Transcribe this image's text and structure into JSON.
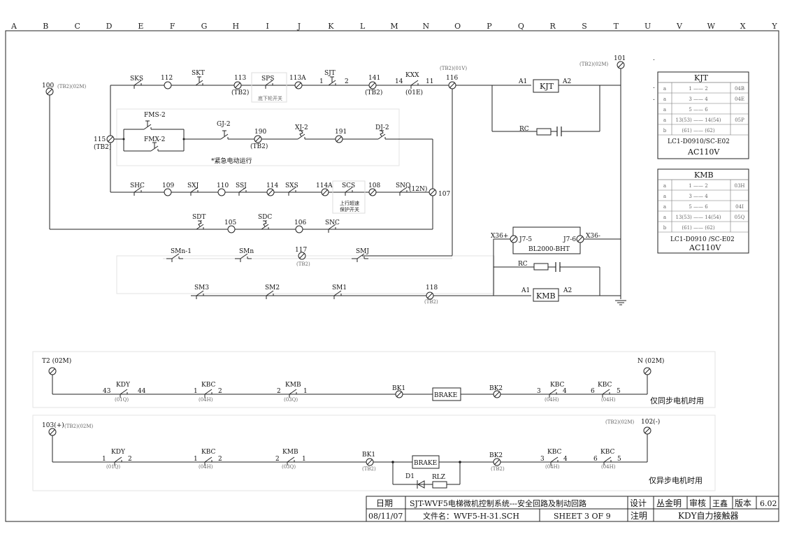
{
  "columns": [
    "A",
    "B",
    "C",
    "D",
    "E",
    "F",
    "G",
    "H",
    "I",
    "J",
    "K",
    "L",
    "M",
    "N",
    "O",
    "P",
    "Q",
    "R",
    "S",
    "T",
    "U",
    "V",
    "W",
    "X",
    "Y"
  ],
  "safety": {
    "n100": "100",
    "n100_tag": "(TB2)(02M)",
    "sks": "SKS",
    "n112": "112",
    "skt": "SKT",
    "n113": "113",
    "n113_tag": "(TB2)",
    "sps": "SPS",
    "sps_note": "底下轮开关",
    "n113a": "113A",
    "sjt": "SJT",
    "sjt_l": "1",
    "sjt_r": "2",
    "n141": "141",
    "n141_tag": "(TB2)",
    "kxx": "KXX",
    "kxx_l": "14",
    "kxx_r": "11",
    "kxx_tag": "(01E)",
    "n116_tag": "(TB2)(01V)",
    "n116": "116",
    "n101": "101",
    "n101_tag": "(TB2)(02M)",
    "kjt_coil": "KJT",
    "a1": "A1",
    "a2": "A2",
    "rc": "RC",
    "fms2": "FMS-2",
    "fmx2": "FMX-2",
    "gj2": "GJ-2",
    "n190": "190",
    "n190_tag": "(TB2)",
    "xj2": "XJ-2",
    "n191": "191",
    "dj2": "DJ-2",
    "emerg_note": "*紧急电动运行",
    "n115": "115",
    "n115_tag": "(TB2)",
    "shc": "SHC",
    "n109": "109",
    "sxj": "SXJ",
    "n110": "110",
    "ssj": "SSJ",
    "n114": "114",
    "sxs": "SXS",
    "n114a": "114A",
    "scs": "SCS",
    "scs_note1": "上行超速",
    "scs_note2": "保护开关",
    "n108": "108",
    "snq": "SNQ",
    "snq_tag": "(12N)",
    "n107": "107",
    "sdt": "SDT",
    "n105": "105",
    "sdc": "SDC",
    "n106": "106",
    "snc": "SNC",
    "smn1": "SMn-1",
    "smn": "SMn",
    "n117": "117",
    "n117_tag": "(TB2)",
    "smj": "SMJ",
    "sm3": "SM3",
    "sm2": "SM2",
    "sm1": "SM1",
    "n118": "118",
    "n118_tag": "(TB2)",
    "x36p": "X36+",
    "x36m": "X36-",
    "j75": "J7-5",
    "j76": "J7-6",
    "bht": "BL2000-BHT",
    "kmb_coil": "KMB"
  },
  "kjt_table": {
    "title": "KJT",
    "rows": [
      {
        "t": "a",
        "c": "1 —— 2",
        "r": "04B"
      },
      {
        "t": "a",
        "c": "3 —— 4",
        "r": "04E"
      },
      {
        "t": "a",
        "c": "5 —— 6",
        "r": ""
      },
      {
        "t": "a",
        "c": "13(53) —— 14(54)",
        "r": "05P"
      },
      {
        "t": "b",
        "c": "(61) —— (62)",
        "r": ""
      }
    ],
    "model": "LC1-D0910/SC-E02",
    "voltage": "AC110V"
  },
  "kmb_table": {
    "title": "KMB",
    "rows": [
      {
        "t": "a",
        "c": "1 —— 2",
        "r": "03H"
      },
      {
        "t": "a",
        "c": "3 —— 4",
        "r": ""
      },
      {
        "t": "a",
        "c": "5 —— 6",
        "r": "04I"
      },
      {
        "t": "a",
        "c": "13(53) —— 14(54)",
        "r": "05Q"
      },
      {
        "t": "b",
        "c": "(61) —— (62)",
        "r": ""
      }
    ],
    "model": "LC1-D0910 /SC-E02",
    "voltage": "AC110V"
  },
  "brake_sync": {
    "t2": "T2 (02M)",
    "n": "N (02M)",
    "kdy": "KDY",
    "kdy_l": "43",
    "kdy_r": "44",
    "kdy_tag": "(01Q)",
    "kbc1": "KBC",
    "kbc1_l": "1",
    "kbc1_r": "2",
    "kbc1_tag": "(04H)",
    "kmb": "KMB",
    "kmb_l": "2",
    "kmb_r": "1",
    "kmb_tag": "(03Q)",
    "bk1": "BK1",
    "brake": "BRAKE",
    "bk2": "BK2",
    "kbc2": "KBC",
    "kbc2_l": "3",
    "kbc2_r": "4",
    "kbc2_tag": "(04H)",
    "kbc3": "KBC",
    "kbc3_l": "6",
    "kbc3_r": "5",
    "kbc3_tag": "(04H)",
    "note": "仅同步电机时用"
  },
  "brake_async": {
    "n103": "103(+)",
    "n103_tag": "(TB2)(02M)",
    "n102": "102(-)",
    "n102_tag": "(TB2)(02M)",
    "kdy": "KDY",
    "kdy_l": "1",
    "kdy_r": "2",
    "kdy_tag": "(01Q)",
    "kbc1": "KBC",
    "kbc1_l": "1",
    "kbc1_r": "2",
    "kbc1_tag": "(04H)",
    "kmb": "KMB",
    "kmb_l": "2",
    "kmb_r": "1",
    "kmb_tag": "(03Q)",
    "bk1": "BK1",
    "bk1_tag": "(TB2)",
    "brake": "BRAKE",
    "bk2": "BK2",
    "bk2_tag": "(TB2)",
    "kbc2": "KBC",
    "kbc2_l": "3",
    "kbc2_r": "4",
    "kbc2_tag": "(04H)",
    "kbc3": "KBC",
    "kbc3_l": "6",
    "kbc3_r": "5",
    "kbc3_tag": "(04H)",
    "d1": "D1",
    "rlz": "RLZ",
    "note": "仅异步电机时用"
  },
  "title_block": {
    "date_label": "日期",
    "title": "SJT-WVF5电梯微机控制系统---安全回路及制动回路",
    "design_label": "设计",
    "designer": "丛金明",
    "review_label": "审核",
    "reviewer": "王鑫",
    "version_label": "版本",
    "version": "6.02",
    "date": "08/11/07",
    "file": "文件名：WVF5-H-31.SCH",
    "sheet": "SHEET 3 OF 9",
    "remark_label": "注明",
    "remark": "KDY自力接触器"
  }
}
